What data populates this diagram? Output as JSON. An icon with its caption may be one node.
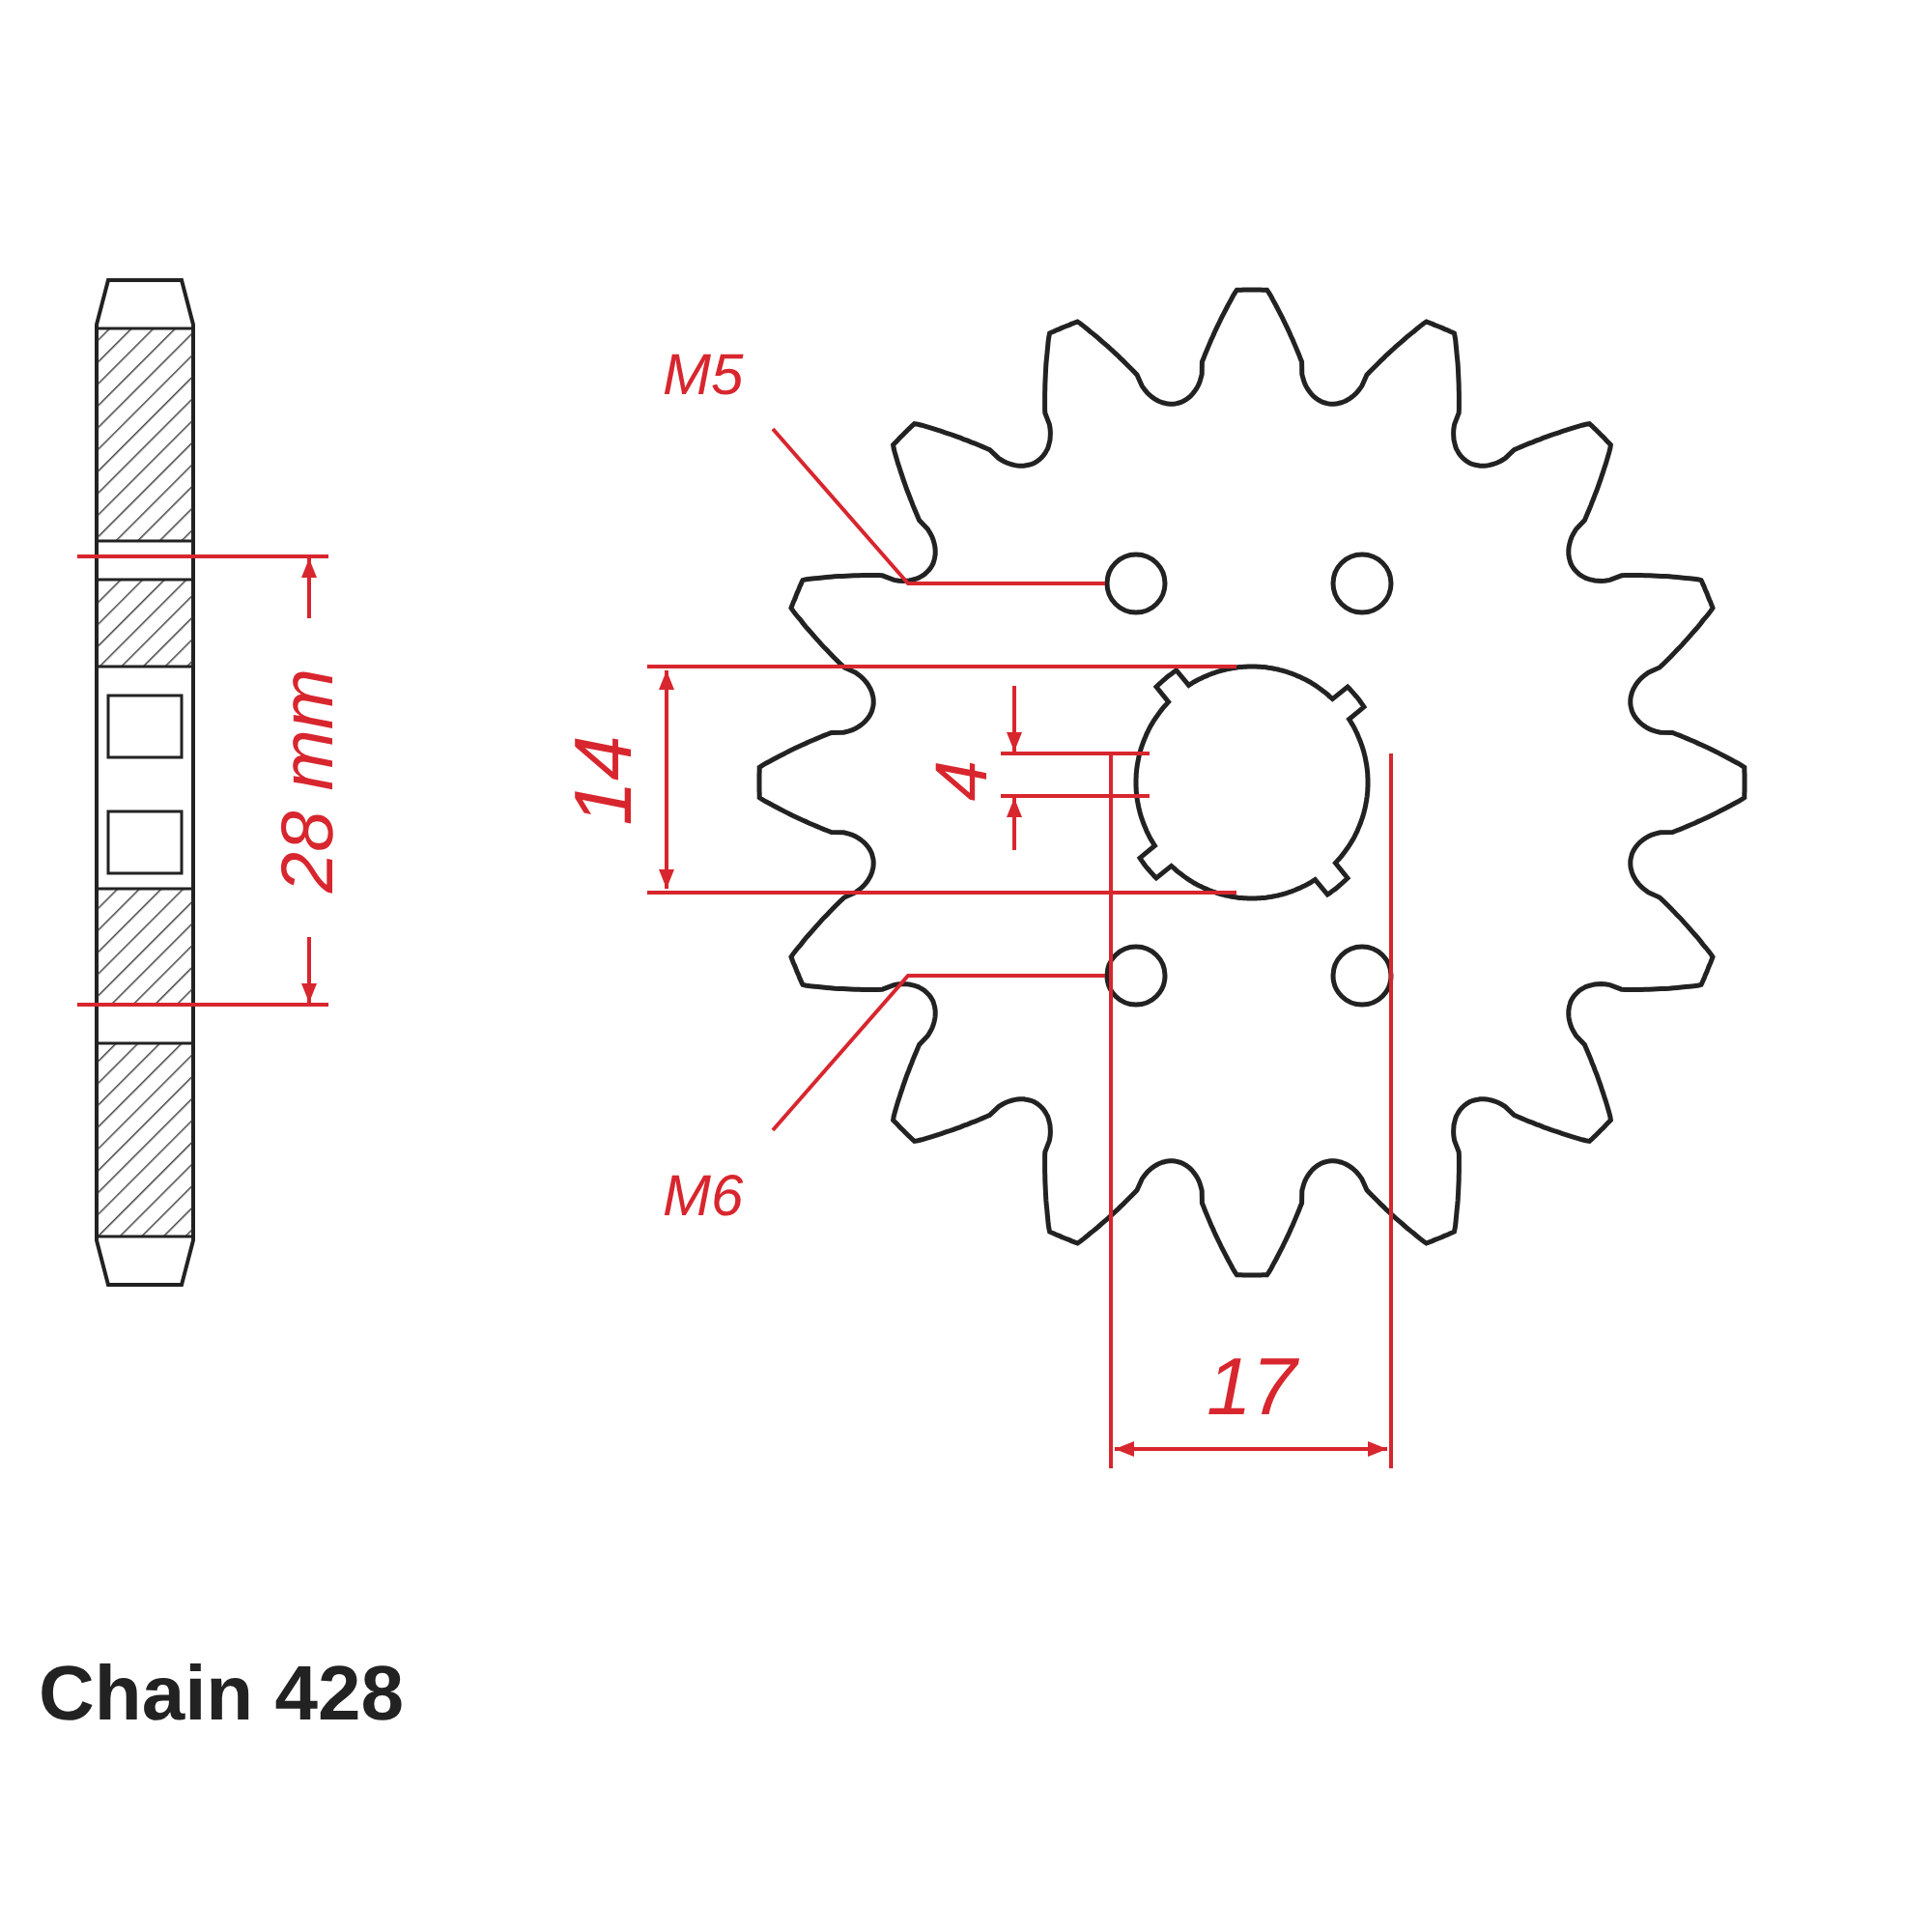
{
  "diagram": {
    "caption": "Chain 428",
    "nodes": [
      {
        "text": [
          "M5"
        ]
      },
      {
        "text": [],
        "shape": "circle"
      },
      {
        "text": [
          "M6"
        ]
      },
      {
        "text": [],
        "shape": "circle"
      }
    ],
    "edges": [
      {
        "from": 0,
        "to": 1,
        "arrow": "none"
      },
      {
        "from": 2,
        "to": 3,
        "arrow": "none"
      }
    ],
    "labels": [
      "28 mm",
      "14",
      "4",
      "17"
    ]
  }
}
